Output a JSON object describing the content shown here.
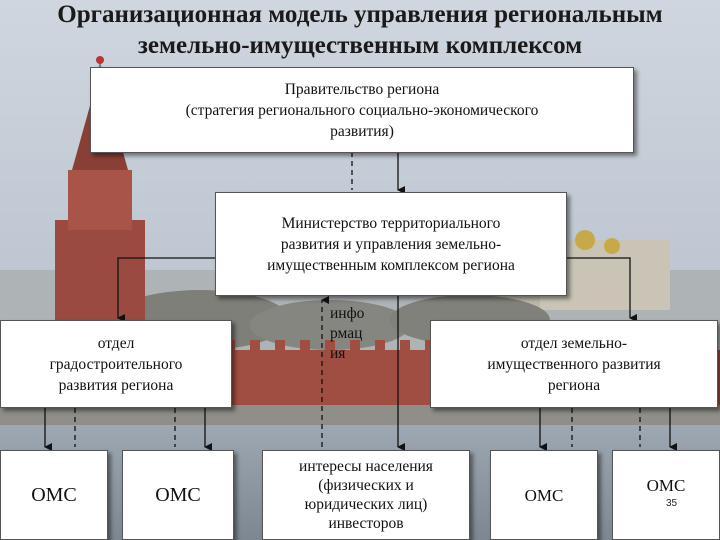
{
  "title": {
    "line1": "Организационная модель управления региональным",
    "line2": "земельно-имущественным комплексом"
  },
  "nodes": {
    "government": "Правительство региона\n(стратегия регионального социально-экономического\nразвития)",
    "ministry": "Министерство территориального\nразвития и управления земельно-\nимущественным комплексом региона",
    "urban_dept": "отдел\nградостроительного\nразвития региона",
    "land_dept": "отдел земельно-\nимущественного развития\nрегиона",
    "info": "инфо\nрмац\nия",
    "interests": "интересы населения\n(физических и\nюридических лиц)\nинвесторов",
    "oms_1": "ОМС",
    "oms_2": "ОМС",
    "oms_3": "ОМС",
    "oms_4": "ОМС"
  },
  "page_number": "35"
}
